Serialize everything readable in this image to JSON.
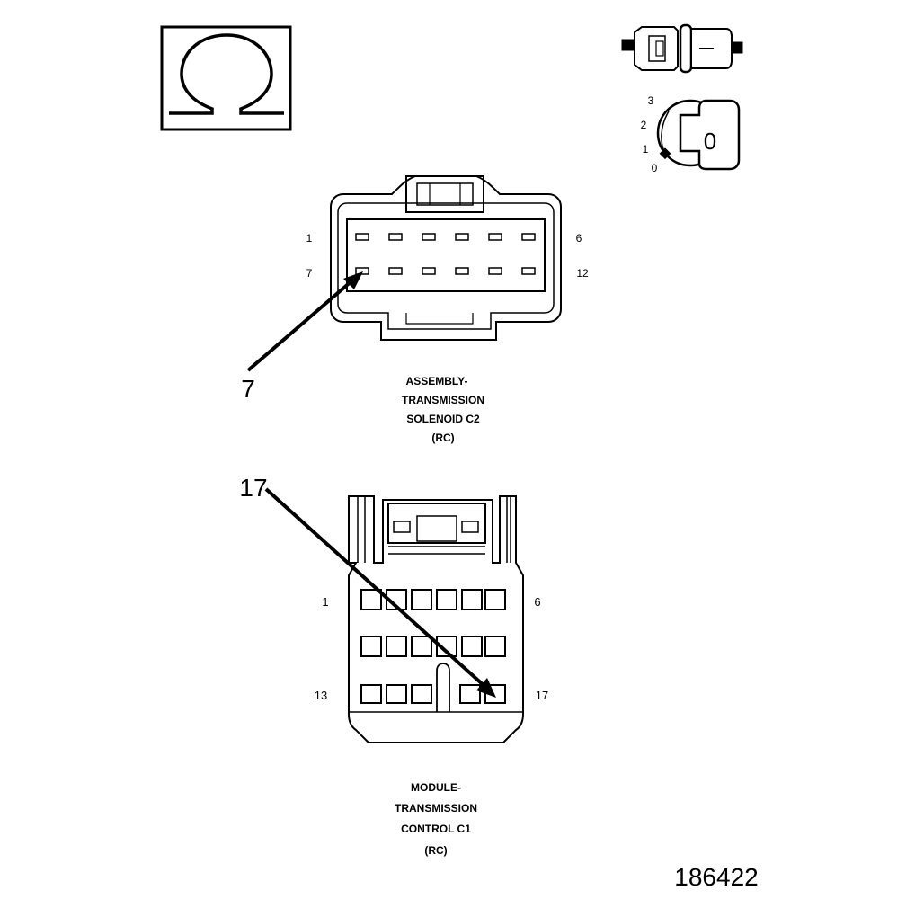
{
  "symbols": {
    "ohm_symbol": "ohmmeter-icon",
    "ignition_key": {
      "icon": "ignition-key-icon",
      "positions": [
        "3",
        "2",
        "1",
        "0"
      ],
      "key_label": "0"
    },
    "connector_icon": "two-pin-connector-icon"
  },
  "connector_c2": {
    "pins_top_left": "1",
    "pins_top_right": "6",
    "pins_bottom_left": "7",
    "pins_bottom_right": "12",
    "callout": "7",
    "caption": [
      "ASSEMBLY-",
      "TRANSMISSION",
      "SOLENOID C2",
      "(RC)"
    ]
  },
  "connector_c1": {
    "pins_row1_left": "1",
    "pins_row1_right": "6",
    "pins_row3_left": "13",
    "pins_row3_right": "17",
    "callout": "17",
    "caption": [
      "MODULE-",
      "TRANSMISSION",
      "CONTROL C1",
      "(RC)"
    ]
  },
  "figure_id": "186422",
  "colors": {
    "ink": "#000000",
    "paper": "#ffffff"
  }
}
